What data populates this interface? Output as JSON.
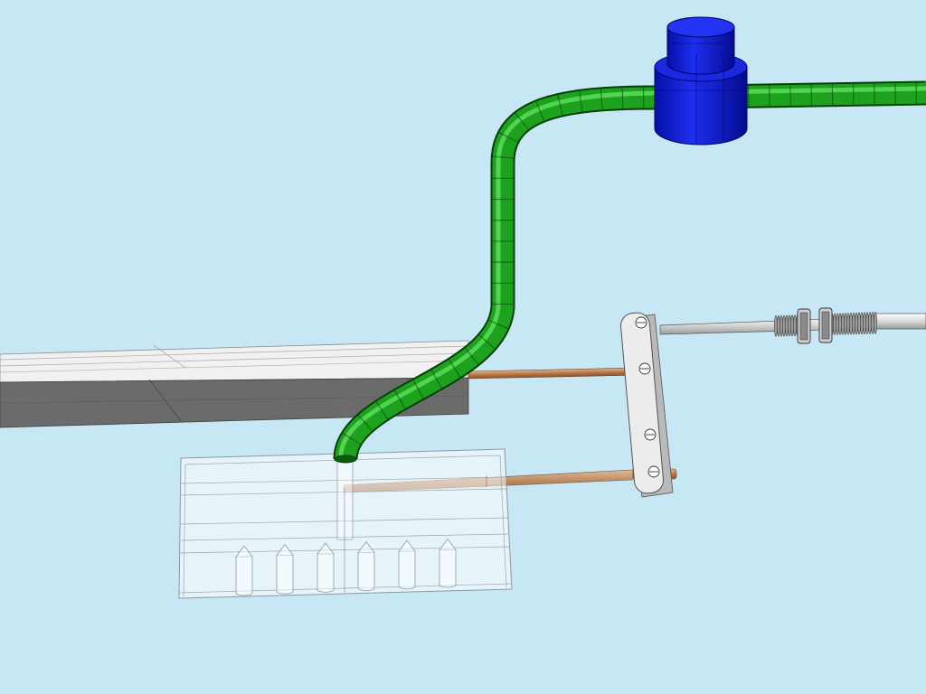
{
  "scene": {
    "background": "#c7e7f4",
    "components": [
      {
        "name": "feed-pipe",
        "color": "#1ea11e"
      },
      {
        "name": "inlet-fitting",
        "color": "#0a14c8"
      },
      {
        "name": "grey-beam",
        "color": "#6b6b6b"
      },
      {
        "name": "transparent-mold-block",
        "color": "#ffffff"
      },
      {
        "name": "linkage-plate",
        "color": "#e9e9e9"
      },
      {
        "name": "copper-rod",
        "color": "#c98a5a"
      },
      {
        "name": "threaded-shaft",
        "color": "#dcdcdc"
      }
    ],
    "cavity_count": 6
  }
}
